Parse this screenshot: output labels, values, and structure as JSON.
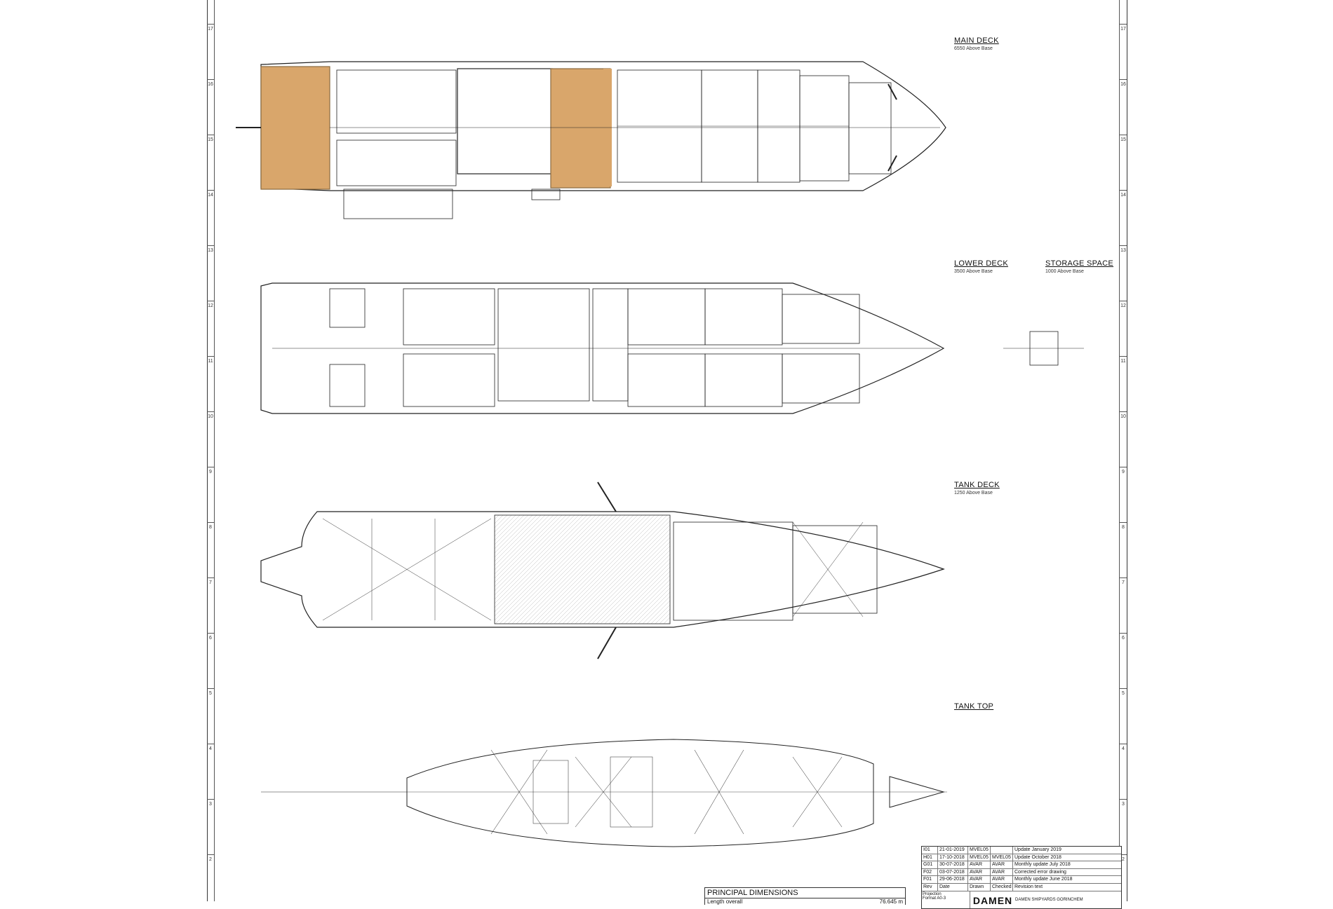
{
  "decks": {
    "main": {
      "title": "MAIN DECK",
      "sub": "6550 Above Base"
    },
    "lower": {
      "title": "LOWER DECK",
      "sub": "3500 Above Base"
    },
    "storage": {
      "title": "STORAGE SPACE",
      "sub": "1000 Above Base"
    },
    "tank": {
      "title": "TANK DECK",
      "sub": "1250 Above Base"
    },
    "tanktop": {
      "title": "TANK TOP"
    }
  },
  "grid_rows": [
    "17",
    "16",
    "15",
    "14",
    "13",
    "12",
    "11",
    "10",
    "9",
    "8",
    "7",
    "6",
    "5",
    "4",
    "3",
    "2"
  ],
  "colors": {
    "teak": "#d9a66b",
    "line": "#222222"
  },
  "revisions": [
    {
      "rev": "I01",
      "date": "21-01-2019",
      "drawn": "MVEL05",
      "checked": "",
      "text": "Update January 2019"
    },
    {
      "rev": "H01",
      "date": "17-10-2018",
      "drawn": "MVEL05",
      "checked": "MVEL05",
      "text": "Update October 2018"
    },
    {
      "rev": "G01",
      "date": "30-07-2018",
      "drawn": "AVAR",
      "checked": "AVAR",
      "text": "Monthly update July 2018"
    },
    {
      "rev": "F02",
      "date": "03-07-2018",
      "drawn": "AVAR",
      "checked": "AVAR",
      "text": "Corrected error drawing"
    },
    {
      "rev": "F01",
      "date": "29-06-2018",
      "drawn": "AVAR",
      "checked": "AVAR",
      "text": "Monthly update June 2018"
    }
  ],
  "revision_header": {
    "rev": "Rev",
    "date": "Date",
    "drawn": "Drawn",
    "checked": "Checked",
    "text": "Revision text"
  },
  "title_block": {
    "projection": "Projection",
    "format_label": "Format",
    "format": "A0-3",
    "logo": "DAMEN",
    "yard": "DAMEN SHIPYARDS GORINCHEM"
  },
  "principal": {
    "title": "PRINCIPAL DIMENSIONS",
    "label": "Length overall",
    "value": "76.645 m"
  }
}
